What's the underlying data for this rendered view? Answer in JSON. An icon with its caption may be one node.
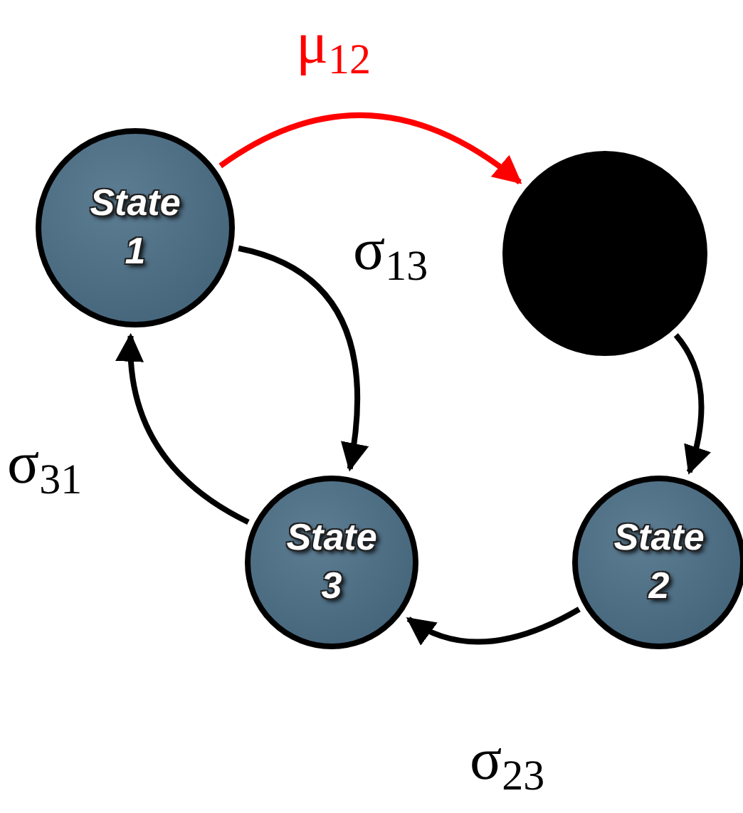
{
  "diagram": {
    "nodes": [
      {
        "text": [
          "State 1"
        ]
      },
      {
        "text": [],
        "shape": "circle"
      },
      {
        "text": [
          "State 2"
        ]
      },
      {
        "text": [
          "State 3"
        ]
      }
    ],
    "edges": [
      {
        "from": 0,
        "to": 1,
        "arrow": "to",
        "label": "μ$_{12}$",
        "color": "#ff0000"
      },
      {
        "from": 0,
        "to": 3,
        "arrow": "to",
        "label": "σ$_{13}$"
      },
      {
        "from": 1,
        "to": 2,
        "arrow": "to"
      },
      {
        "from": 2,
        "to": 3,
        "arrow": "to",
        "label": "σ$_{23}$"
      },
      {
        "from": 3,
        "to": 0,
        "arrow": "to",
        "label": "σ$_{31}$"
      }
    ]
  }
}
